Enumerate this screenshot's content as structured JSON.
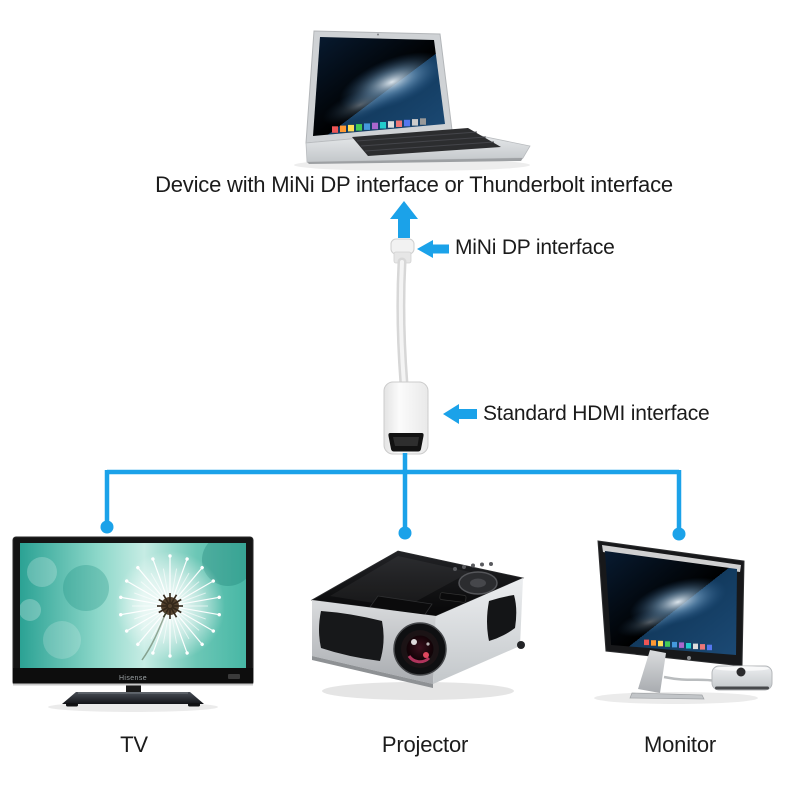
{
  "colors": {
    "accent_blue": "#1ba2e9",
    "text_dark": "#1b1b1b",
    "tv_brand_gray": "#9aa0a3"
  },
  "annotations": {
    "device_caption": "Device with MiNi DP interface or Thunderbolt interface",
    "minidp_label": "MiNi DP interface",
    "hdmi_label": "Standard HDMI interface"
  },
  "devices": {
    "laptop": {
      "description": "MacBook with galaxy wallpaper"
    },
    "adapter": {
      "description": "Mini DisplayPort to HDMI adapter"
    },
    "tv": {
      "label": "TV",
      "brand": "Hisense"
    },
    "projector": {
      "label": "Projector"
    },
    "monitor": {
      "label": "Monitor"
    }
  },
  "icons": {
    "device_pointer": "up-arrow",
    "minidp_pointer": "left-arrow",
    "hdmi_pointer": "left-arrow",
    "connector_ends": "dot"
  }
}
